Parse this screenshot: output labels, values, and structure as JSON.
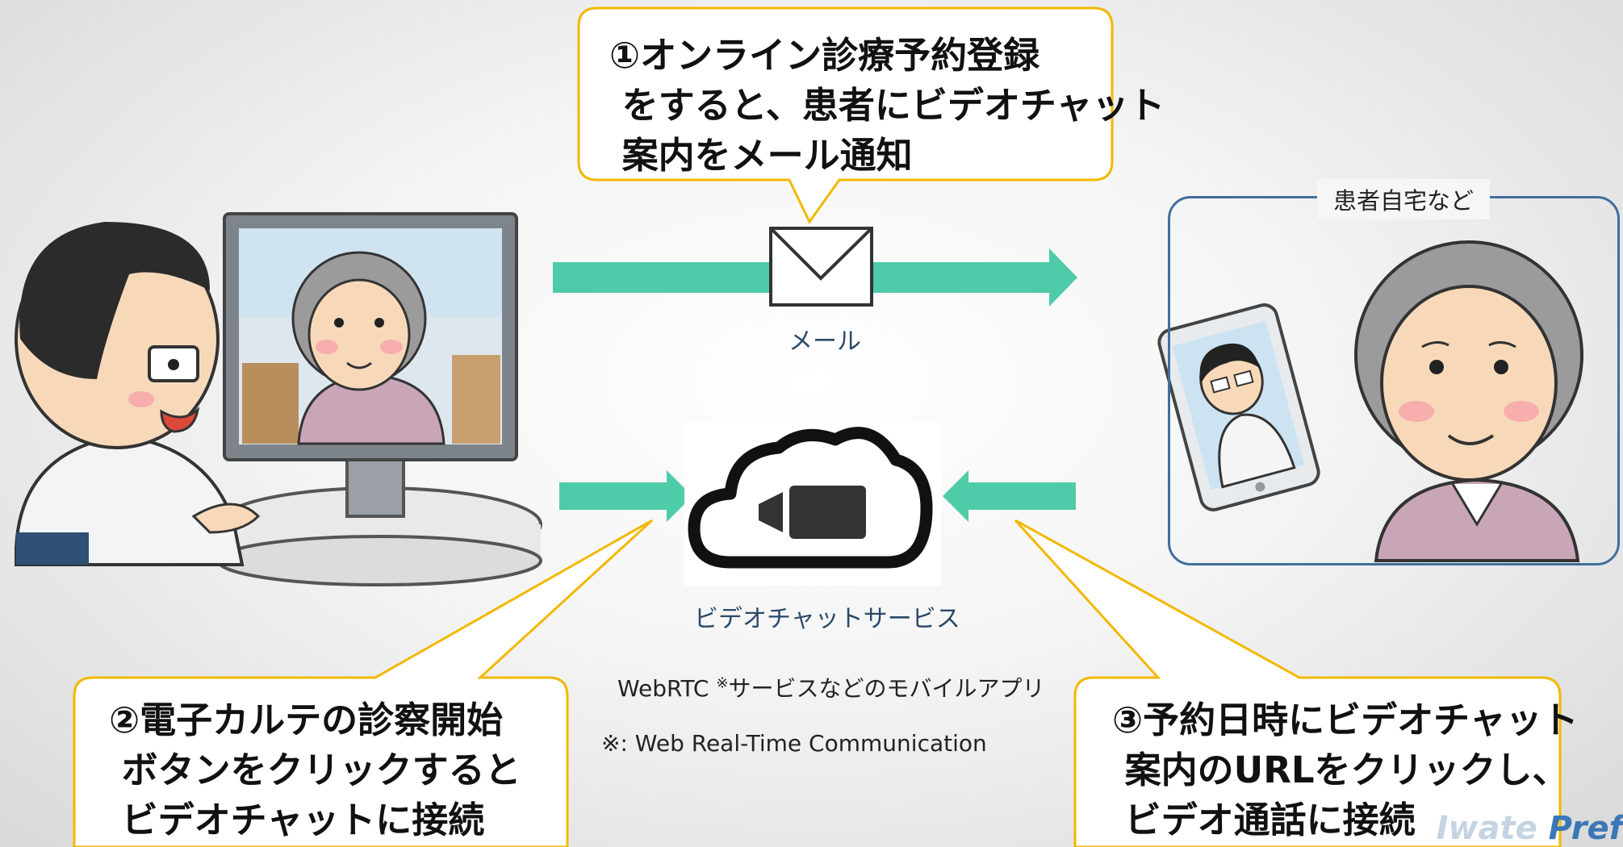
{
  "bubble1": {
    "text": "①オンライン診療予約登録\n をすると、患者にビデオチャット\n 案内をメール通知"
  },
  "bubble2": {
    "text": "②電子カルテの診察開始\n ボタンをクリックすると\n ビデオチャットに接続"
  },
  "bubble3": {
    "text": "③予約日時にビデオチャット\n 案内のURLをクリックし、\n ビデオ通話に接続"
  },
  "mail": {
    "label": "メール"
  },
  "cloud": {
    "label": "ビデオチャットサービス"
  },
  "home": {
    "label": "患者自宅など"
  },
  "notes": {
    "webrtc_main": "WebRTC ",
    "webrtc_sup": "※",
    "webrtc_rest": "サービスなどのモバイルアプリ",
    "footnote": "※: Web Real-Time Communication"
  },
  "brand": {
    "faint": "Iwate ",
    "main": "Pref"
  },
  "colors": {
    "arrow": "#4ecba8",
    "bubble_border": "#f2b800",
    "home_border": "#3f6f9d",
    "label_text": "#2a4a6a"
  },
  "icons": [
    "envelope-icon",
    "cloud-video-icon",
    "doctor-illustration",
    "patient-illustration",
    "tablet-illustration"
  ]
}
